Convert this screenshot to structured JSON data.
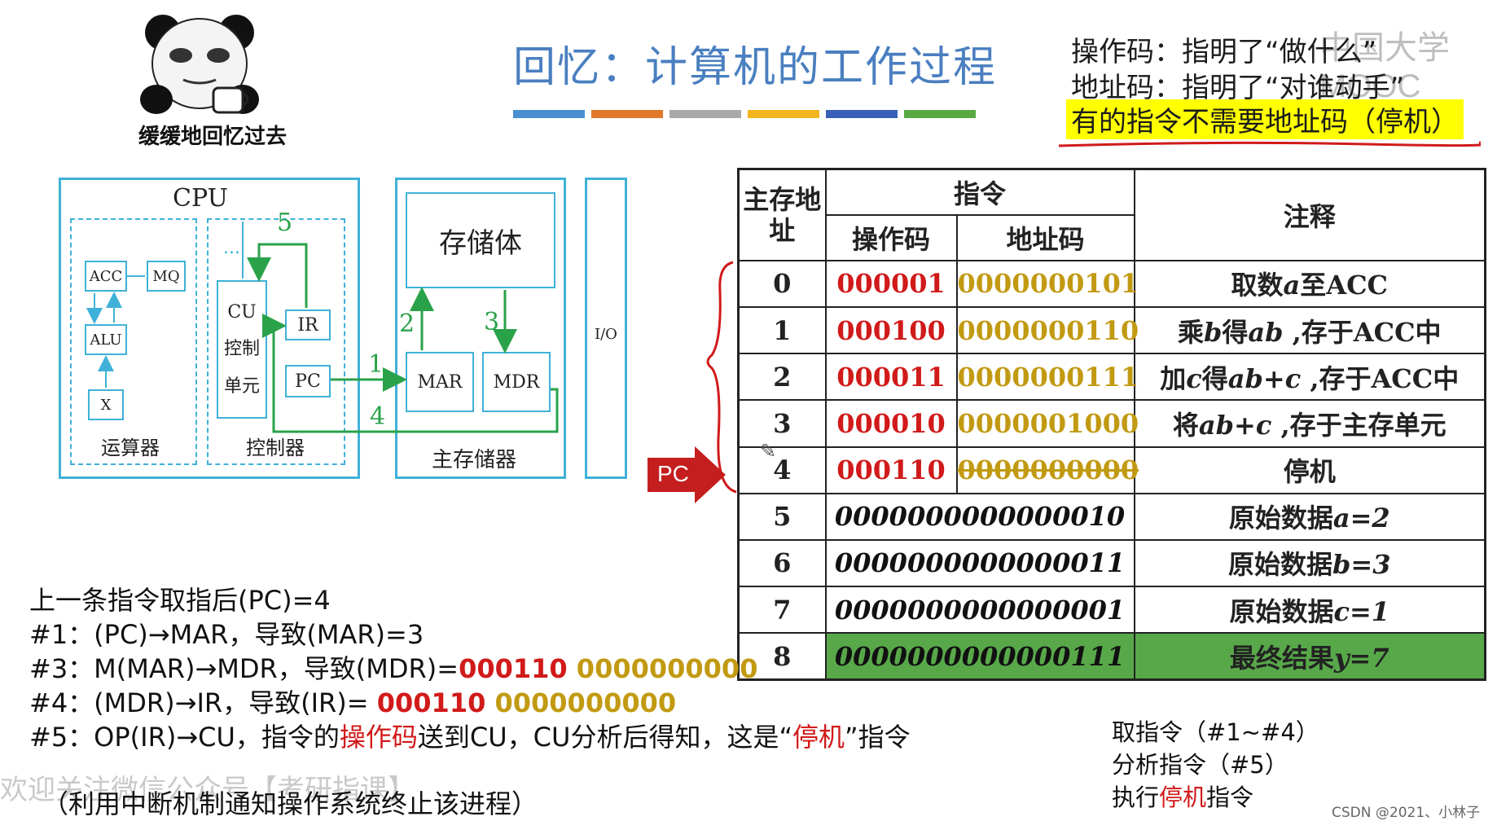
{
  "title": "回忆：计算机的工作过程",
  "color_bars": [
    "#4a8fd0",
    "#e07a2a",
    "#a9a9a9",
    "#f2b51e",
    "#3a5fb8",
    "#5aa842"
  ],
  "meme": {
    "caption": "缓缓地回忆过去"
  },
  "notes": {
    "line1": "操作码：指明了“做什么”",
    "line2": "地址码：指明了“对谁动手”",
    "line3": "有的指令不需要地址码（停机）",
    "watermark": "中国大学MOOC"
  },
  "diagram": {
    "cpu": "CPU",
    "acc": "ACC",
    "mq": "MQ",
    "alu": "ALU",
    "x": "X",
    "arith_unit": "运算器",
    "cu": "CU",
    "cu_line2": "控制",
    "cu_line3": "单元",
    "ir": "IR",
    "pc": "PC",
    "controller": "控制器",
    "storage_body": "存储体",
    "mar": "MAR",
    "mdr": "MDR",
    "main_memory": "主存储器",
    "io": "I/O",
    "dots": "...",
    "step1": "1",
    "step2": "2",
    "step3": "3",
    "step4": "4",
    "step5": "5"
  },
  "table": {
    "header_addr": "主存地址",
    "header_instr": "指令",
    "header_opcode": "操作码",
    "header_addrcode": "地址码",
    "header_note": "注释",
    "rows": [
      {
        "addr": "0",
        "opcode": "000001",
        "addrcode": "0000000101",
        "note_parts": [
          "取数",
          "a",
          "至ACC"
        ]
      },
      {
        "addr": "1",
        "opcode": "000100",
        "addrcode": "0000000110",
        "note_parts": [
          "乘",
          "b",
          "得",
          "ab",
          " ,存于ACC中"
        ]
      },
      {
        "addr": "2",
        "opcode": "000011",
        "addrcode": "0000000111",
        "note_parts": [
          "加",
          "c",
          "得",
          "ab+c",
          " ,存于ACC中"
        ]
      },
      {
        "addr": "3",
        "opcode": "000010",
        "addrcode": "0000001000",
        "note_parts": [
          "将",
          "ab+c",
          " ,存于主存单元"
        ]
      },
      {
        "addr": "4",
        "opcode": "000110",
        "addrcode": "0000000000",
        "note_parts": [
          "停机"
        ]
      }
    ],
    "data_rows": [
      {
        "addr": "5",
        "value": "0000000000000010",
        "note_parts": [
          "原始数据",
          "a=2"
        ]
      },
      {
        "addr": "6",
        "value": "0000000000000011",
        "note_parts": [
          "原始数据",
          "b=3"
        ]
      },
      {
        "addr": "7",
        "value": "0000000000000001",
        "note_parts": [
          "原始数据",
          "c=1"
        ]
      },
      {
        "addr": "8",
        "value": "0000000000000111",
        "note_parts": [
          "最终结果",
          "y=7"
        ]
      }
    ]
  },
  "pc_arrow": "PC",
  "steps": {
    "line0": "上一条指令取指后(PC)=4",
    "line1": "#1：(PC)→MAR，导致(MAR)=3",
    "line3_prefix": "#3：M(MAR)→MDR，导致(MDR)=",
    "line3_op": "000110",
    "line3_addr": " 0000000000",
    "line4_prefix": "#4：(MDR)→IR，导致(IR)= ",
    "line4_op": "000110",
    "line4_addr": " 0000000000",
    "line5_prefix": "#5：OP(IR)→CU，指令的",
    "line5_red": "操作码",
    "line5_mid": "送到CU，CU分析后得知，这是“",
    "line5_red2": "停机",
    "line5_end": "”指令",
    "line6_faded": "欢迎关注微信公众号【考研指课】",
    "line6": "（利用中断机制通知操作系统终止该进程）"
  },
  "phases": {
    "fetch": "取指令（#1~#4）",
    "analyze": "分析指令（#5）",
    "exec_prefix": "执行",
    "exec_red": "停机",
    "exec_suffix": "指令"
  },
  "credit": "CSDN @2021、小林子"
}
